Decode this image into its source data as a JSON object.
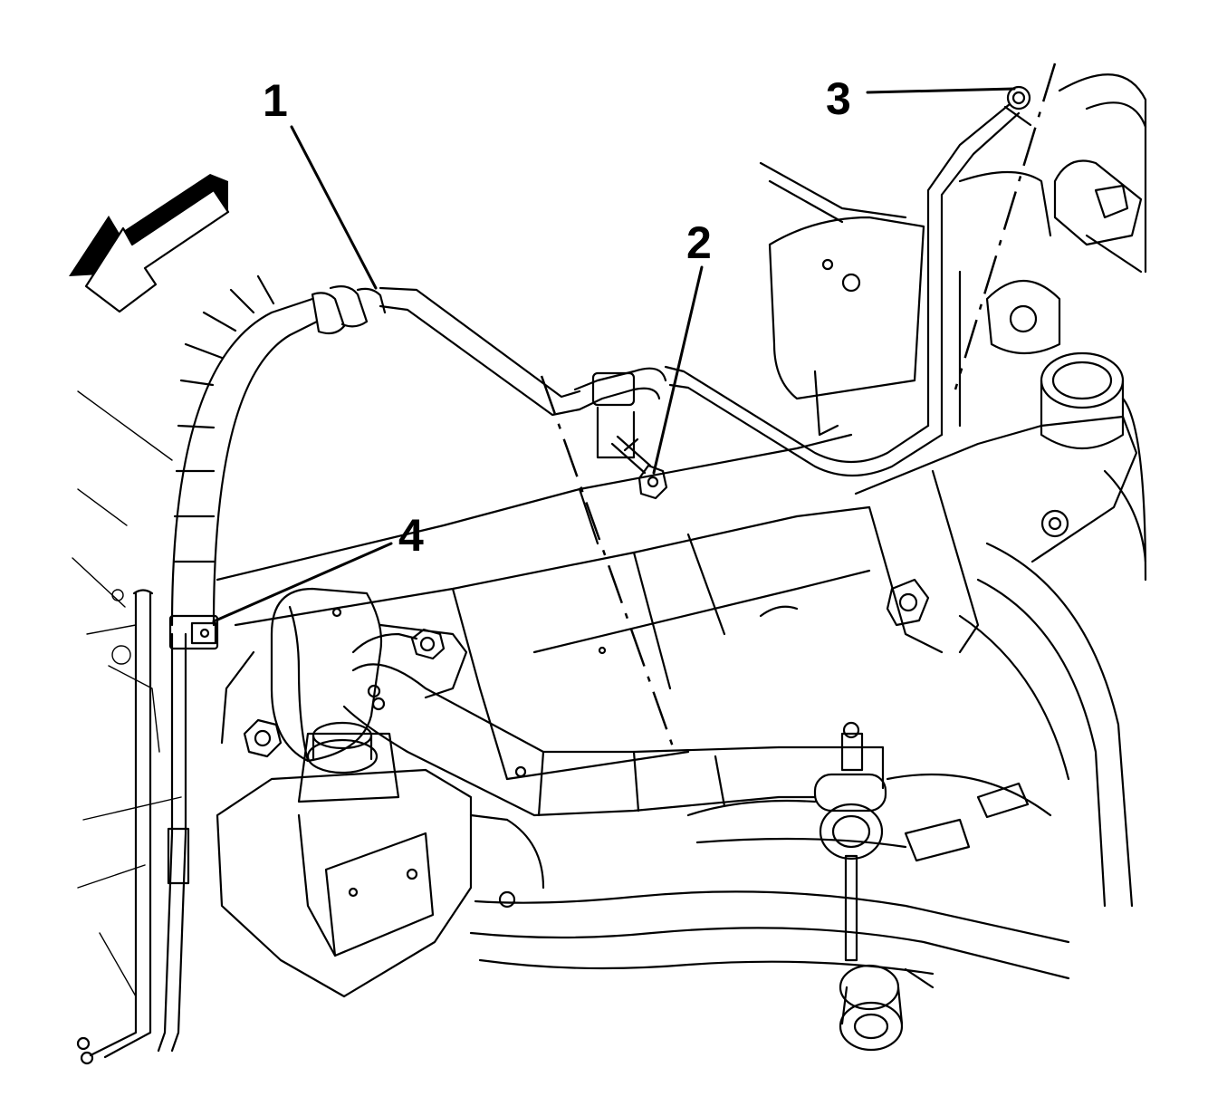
{
  "figure": {
    "callouts": [
      {
        "id": "1",
        "text": "1"
      },
      {
        "id": "2",
        "text": "2"
      },
      {
        "id": "3",
        "text": "3"
      },
      {
        "id": "4",
        "text": "4"
      }
    ],
    "direction_arrow": "front-direction-arrow"
  },
  "colors": {
    "line": "#000000",
    "background": "#ffffff"
  }
}
